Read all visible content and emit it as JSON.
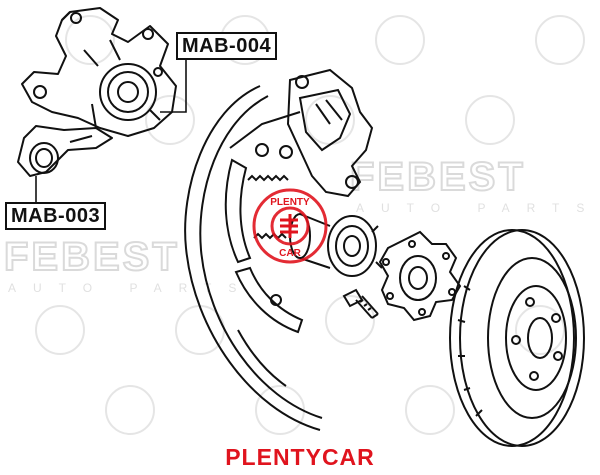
{
  "labels": {
    "mab_004": "MAB-004",
    "mab_003": "MAB-003"
  },
  "watermark": {
    "brand": "FEBEST",
    "tagline": "AUTO PARTS",
    "color": "#c8c8c8"
  },
  "stamp": {
    "top_text": "PLENTY",
    "bottom_text": "CAR",
    "color": "#e0141e"
  },
  "footer": {
    "brand": "PLENTYCAR",
    "color": "#e0141e"
  }
}
